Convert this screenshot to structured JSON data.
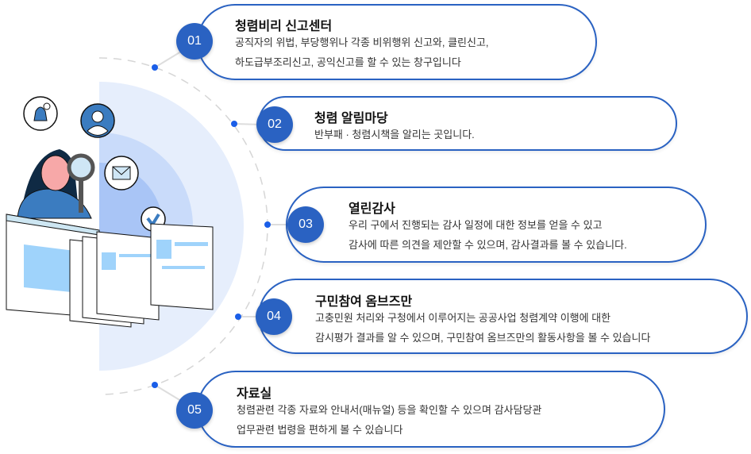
{
  "items": [
    {
      "num": "01",
      "title": "청렴비리 신고센터",
      "lines": [
        "공직자의 위법, 부당행위나 각종 비위행위 신고와, 클린신고,",
        "하도급부조리신고, 공익신고를 할 수 있는 창구입니다"
      ]
    },
    {
      "num": "02",
      "title": "청렴 알림마당",
      "lines": [
        "반부패 · 청렴시책을 알리는 곳입니다."
      ]
    },
    {
      "num": "03",
      "title": "열린감사",
      "lines": [
        "우리 구에서 진행되는 감사 일정에 대한 정보를 얻을 수 있고",
        "감사에 따른 의견을 제안할 수 있으며, 감사결과를 볼 수 있습니다."
      ]
    },
    {
      "num": "04",
      "title": "구민참여 옴브즈만",
      "lines": [
        "고충민원 처리와 구청에서 이루어지는 공공사업 청렴계약 이행에 대한",
        "감시평가 결과를 알 수 있으며, 구민참여 옴브즈만의 활동사항을 볼 수 있습니다"
      ]
    },
    {
      "num": "05",
      "title": "자료실",
      "lines": [
        "청렴관련 각종 자료와 안내서(매뉴얼) 등을 확인할 수 있으며 감사담당관",
        "업무관련 법령을 편하게 볼 수 있습니다"
      ]
    }
  ],
  "colors": {
    "accent": "#2a62c2",
    "dot": "#1a5ee8"
  }
}
